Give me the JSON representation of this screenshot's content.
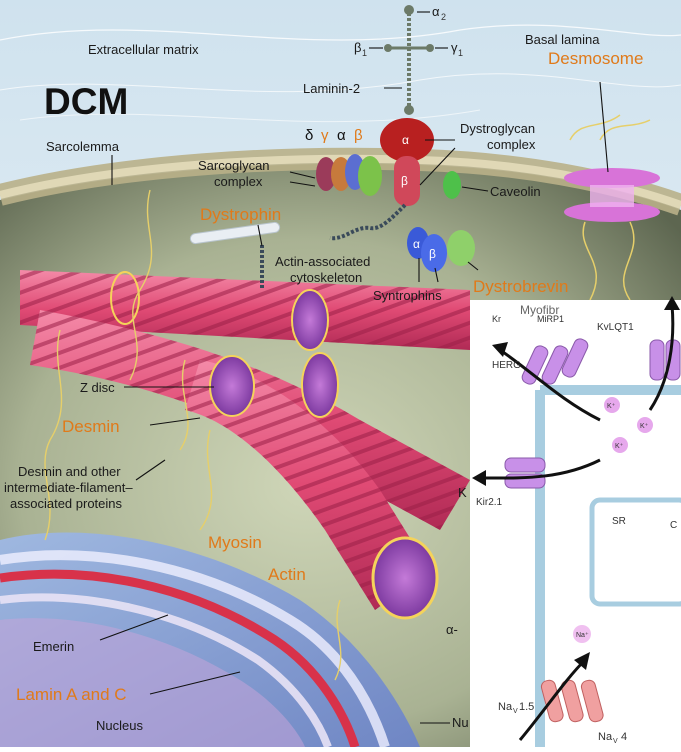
{
  "labels": {
    "dcm": "DCM",
    "extracellular_matrix": "Extracellular matrix",
    "basal_lamina": "Basal lamina",
    "alpha2": "α",
    "alpha2_sub": "2",
    "beta1": "β",
    "beta1_sub": "1",
    "gamma1": "γ",
    "gamma1_sub": "1",
    "laminin2": "Laminin-2",
    "sarcolemma": "Sarcolemma",
    "desmosome": "Desmosome",
    "sg_delta": "δ",
    "sg_gamma": "γ",
    "sg_alpha": "α",
    "sg_beta": "β",
    "sarcoglycan_complex_1": "Sarcoglycan",
    "sarcoglycan_complex_2": "complex",
    "dg_alpha": "α",
    "dg_beta": "β",
    "dystroglycan_1": "Dystroglycan",
    "dystroglycan_2": "complex",
    "caveolin": "Caveolin",
    "dystrophin": "Dystrophin",
    "actin_cyto_1": "Actin-associated",
    "actin_cyto_2": "cytoskeleton",
    "syn_alpha": "α",
    "syn_beta": "β",
    "syntrophins": "Syntrophins",
    "dystrobrevin": "Dystrobrevin",
    "z_disc": "Z disc",
    "desmin": "Desmin",
    "desmin_other_1": "Desmin and other",
    "desmin_other_2": "intermediate-filament–",
    "desmin_other_3": "associated proteins",
    "myosin": "Myosin",
    "actin": "Actin",
    "emerin": "Emerin",
    "lamin": "Lamin A and C",
    "nucleus": "Nucleus",
    "alpha_partial": "α-",
    "nu_partial": "Nu",
    "k_partial": "K",
    "myofibril_partial": "Myofibr",
    "kr_partial": "Kr",
    "mirp1": "MiRP1",
    "kvlqt1": "KvLQT1",
    "herg": "HERG",
    "kir21": "Kir2.1",
    "sr": "SR",
    "c_partial": "C",
    "k_ion": "K⁺",
    "na_ion": "Na⁺",
    "nav15": "Na",
    "nav15_sub": "V",
    "nav15_tail": "1.5",
    "nav4": "Na",
    "nav4_sub": "V",
    "nav4_tail": "4"
  },
  "colors": {
    "orange_label": "#e07a1a",
    "myofibril": "#e8507a",
    "sarcoglycan_delta": "#9b3b5a",
    "sarcoglycan_gamma": "#c77a3c",
    "sarcoglycan_alpha": "#5b6ed1",
    "sarcoglycan_beta": "#7cc24a",
    "dystroglycan": "#b82020",
    "syntrophin": "#3a5ad8",
    "dystrobrevin_node": "#8fd06a",
    "caveolin": "#4ec04a",
    "desmosome": "#d873d8",
    "channel": "#c890e8",
    "sodium_channel": "#f0a0a0",
    "cell_border": "#a8cde0"
  }
}
